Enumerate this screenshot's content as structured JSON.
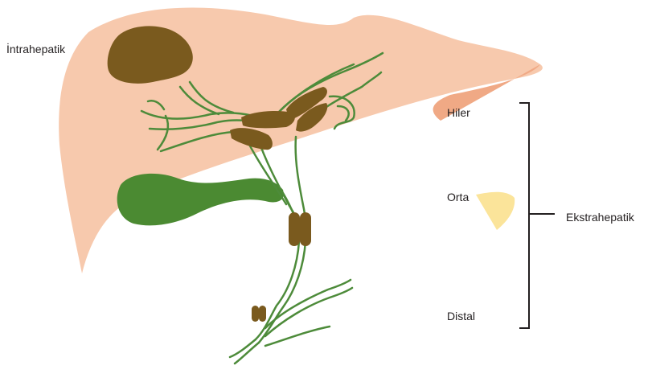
{
  "labels": {
    "intrahepatic": "İntrahepatik",
    "hilar": "Hiler",
    "middle": "Orta",
    "distal": "Distal",
    "extrahepatic": "Ekstrahepatik"
  },
  "colors": {
    "liver_light": "#f7c9ad",
    "liver_dark": "#f0a985",
    "pancreas": "#fbe49a",
    "gallbladder": "#4b8a32",
    "duct": "#4d8b3a",
    "tumor": "#7a5a1e",
    "bracket": "#231f20"
  }
}
